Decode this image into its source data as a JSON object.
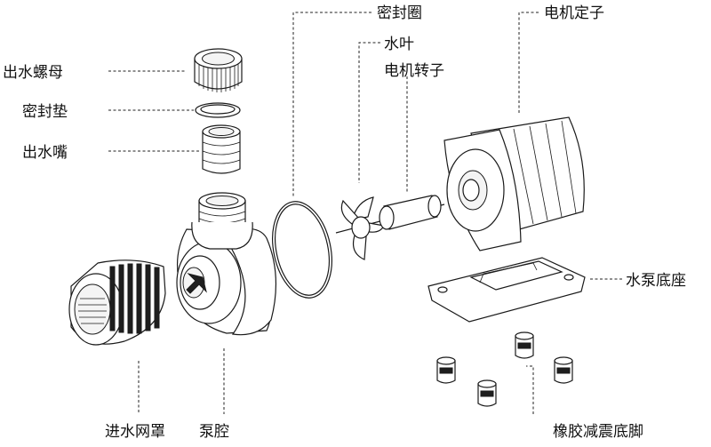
{
  "labels": {
    "outlet_nut": "出水螺母",
    "seal_gasket": "密封垫",
    "outlet_nozzle": "出水嘴",
    "seal_ring": "密封圈",
    "impeller": "水叶",
    "motor_rotor": "电机转子",
    "motor_stator": "电机定子",
    "pump_base": "水泵底座",
    "inlet_strainer": "进水网罩",
    "pump_chamber": "泵腔",
    "rubber_feet": "橡胶减震底脚"
  },
  "colors": {
    "line": "#1a1a1a",
    "background": "#ffffff"
  }
}
